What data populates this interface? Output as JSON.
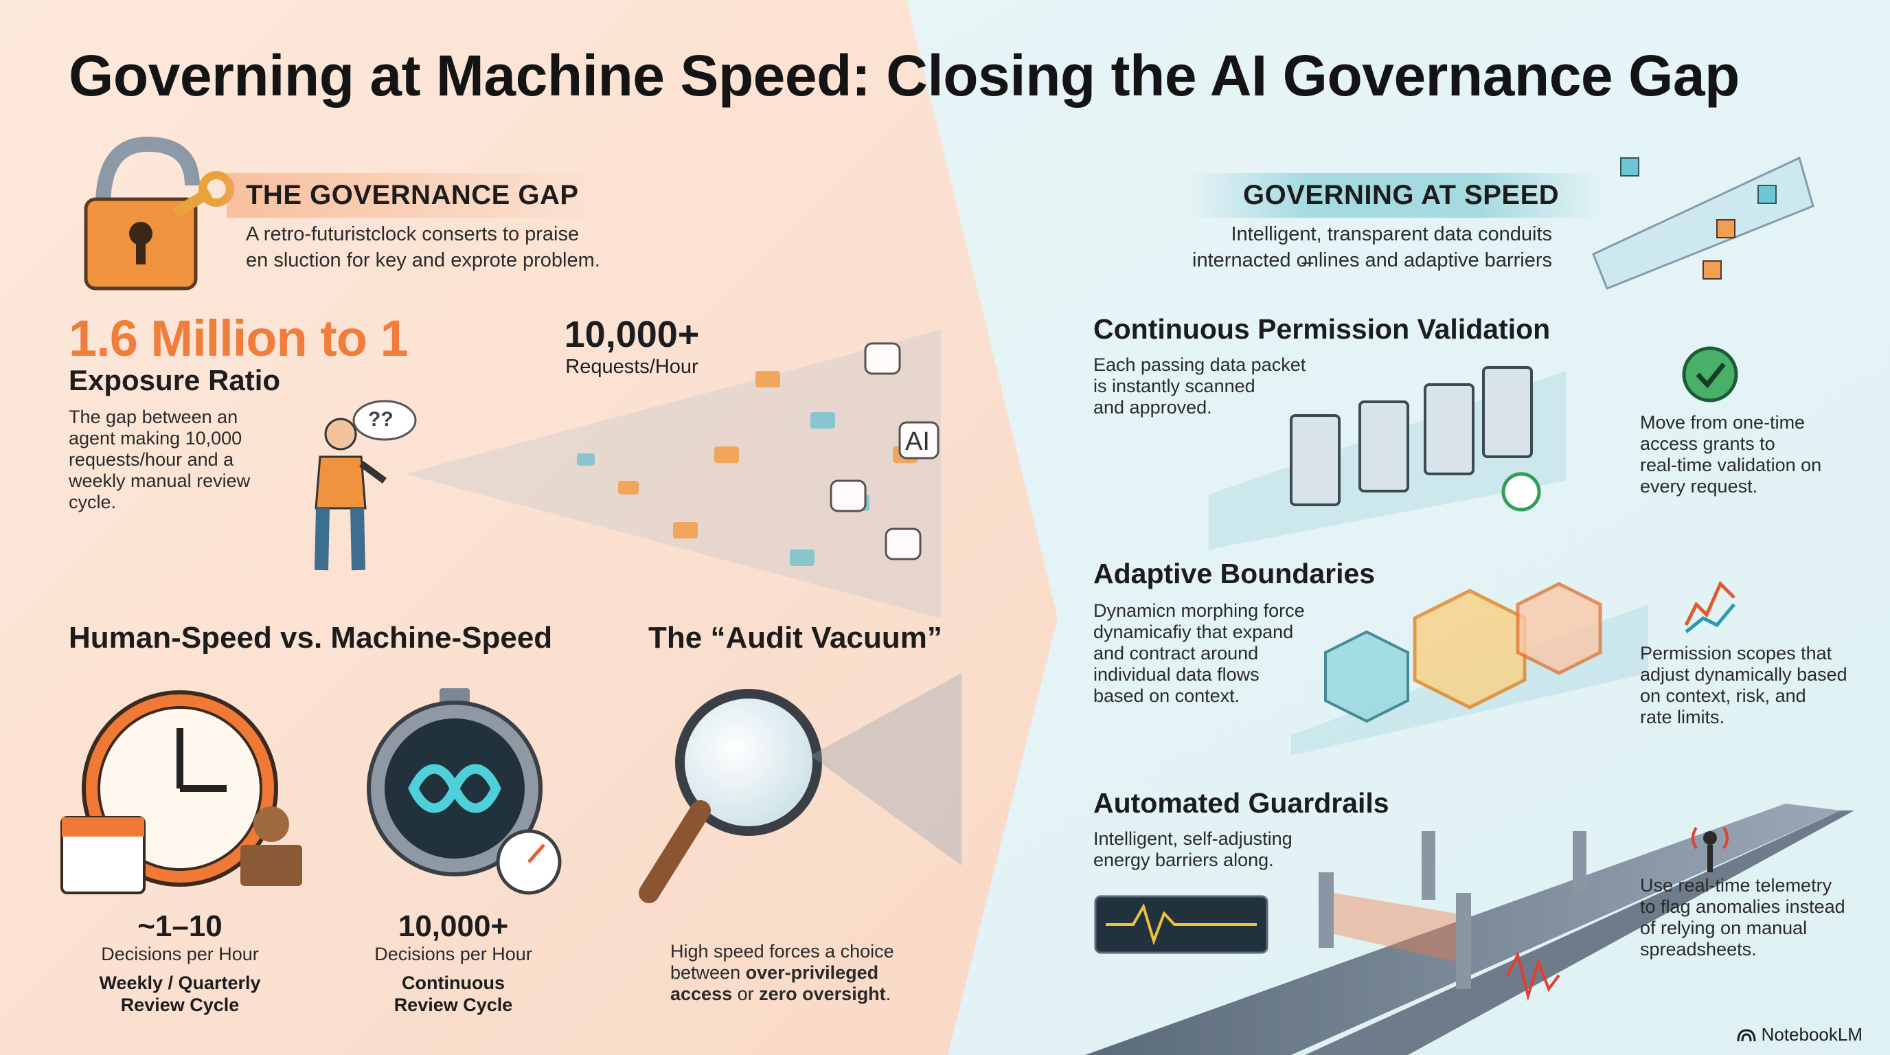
{
  "title": "Governing at Machine Speed: Closing the AI Governance Gap",
  "left": {
    "gap": {
      "heading": "THE GOVERNANCE GAP",
      "desc_line1": "A retro-futuristclock conserts to praise",
      "desc_line2": "en sluction for key and exprote problem.",
      "icon": "padlock-key-icon"
    },
    "exposure": {
      "ratio": "1.6 Million to 1",
      "label": "Exposure Ratio",
      "desc": [
        "The gap between an",
        "agent making 10,000",
        "requests/hour and a",
        "weekly manual review",
        "cycle."
      ],
      "thought": "??",
      "requests_value": "10,000+",
      "requests_label": "Requests/Hour",
      "ai_badge": "AI"
    },
    "speed": {
      "heading": "Human-Speed vs. Machine-Speed",
      "human": {
        "value": "~1–10",
        "label": "Decisions per Hour",
        "cycle_line1": "Weekly / Quarterly",
        "cycle_line2": "Review Cycle"
      },
      "machine": {
        "value": "10,000+",
        "label": "Decisions per Hour",
        "cycle_line1": "Continuous",
        "cycle_line2": "Review Cycle"
      }
    },
    "audit": {
      "heading": "The “Audit Vacuum”",
      "line1": "High speed forces a choice",
      "line2_pre": "between ",
      "line2_bold": "over-privileged",
      "line3_bold1": "access",
      "line3_mid": " or ",
      "line3_bold2": "zero oversight",
      "line3_post": "."
    }
  },
  "right": {
    "speed": {
      "heading": "GOVERNING AT SPEED",
      "desc_line1": "Intelligent, transparent data conduits",
      "desc_line2": "internacted o̶nlines and adaptive barriers",
      "icon": "data-conduit-icon"
    },
    "permission": {
      "heading": "Continuous Permission Validation",
      "desc": [
        "Each passing data packet",
        "is instantly scanned",
        "and approved."
      ],
      "side": [
        "Move from one-time",
        "access grants to",
        "real-time validation on",
        "every request."
      ]
    },
    "adaptive": {
      "heading": "Adaptive Boundaries",
      "desc": [
        "Dynamicn morphing force",
        "dynamicafiy that expand",
        "and contract around",
        "individual data flows",
        "based on context."
      ],
      "side": [
        "Permission scopes that",
        "adjust dynamically based",
        "on context, risk, and",
        "rate limits."
      ]
    },
    "guardrails": {
      "heading": "Automated Guardrails",
      "desc": [
        "Intelligent, self-adjusting",
        "energy barriers along."
      ],
      "side": [
        "Use real-time telemetry",
        "to flag anomalies instead",
        "of relying on manual",
        "spreadsheets."
      ]
    }
  },
  "footer": {
    "brand": "NotebookLM"
  },
  "colors": {
    "orange": "#ef7d3c",
    "teal": "#5fb8c4",
    "left_bg": "#fbe4d6",
    "right_bg": "#e6f5f7",
    "green": "#2f9e57"
  }
}
